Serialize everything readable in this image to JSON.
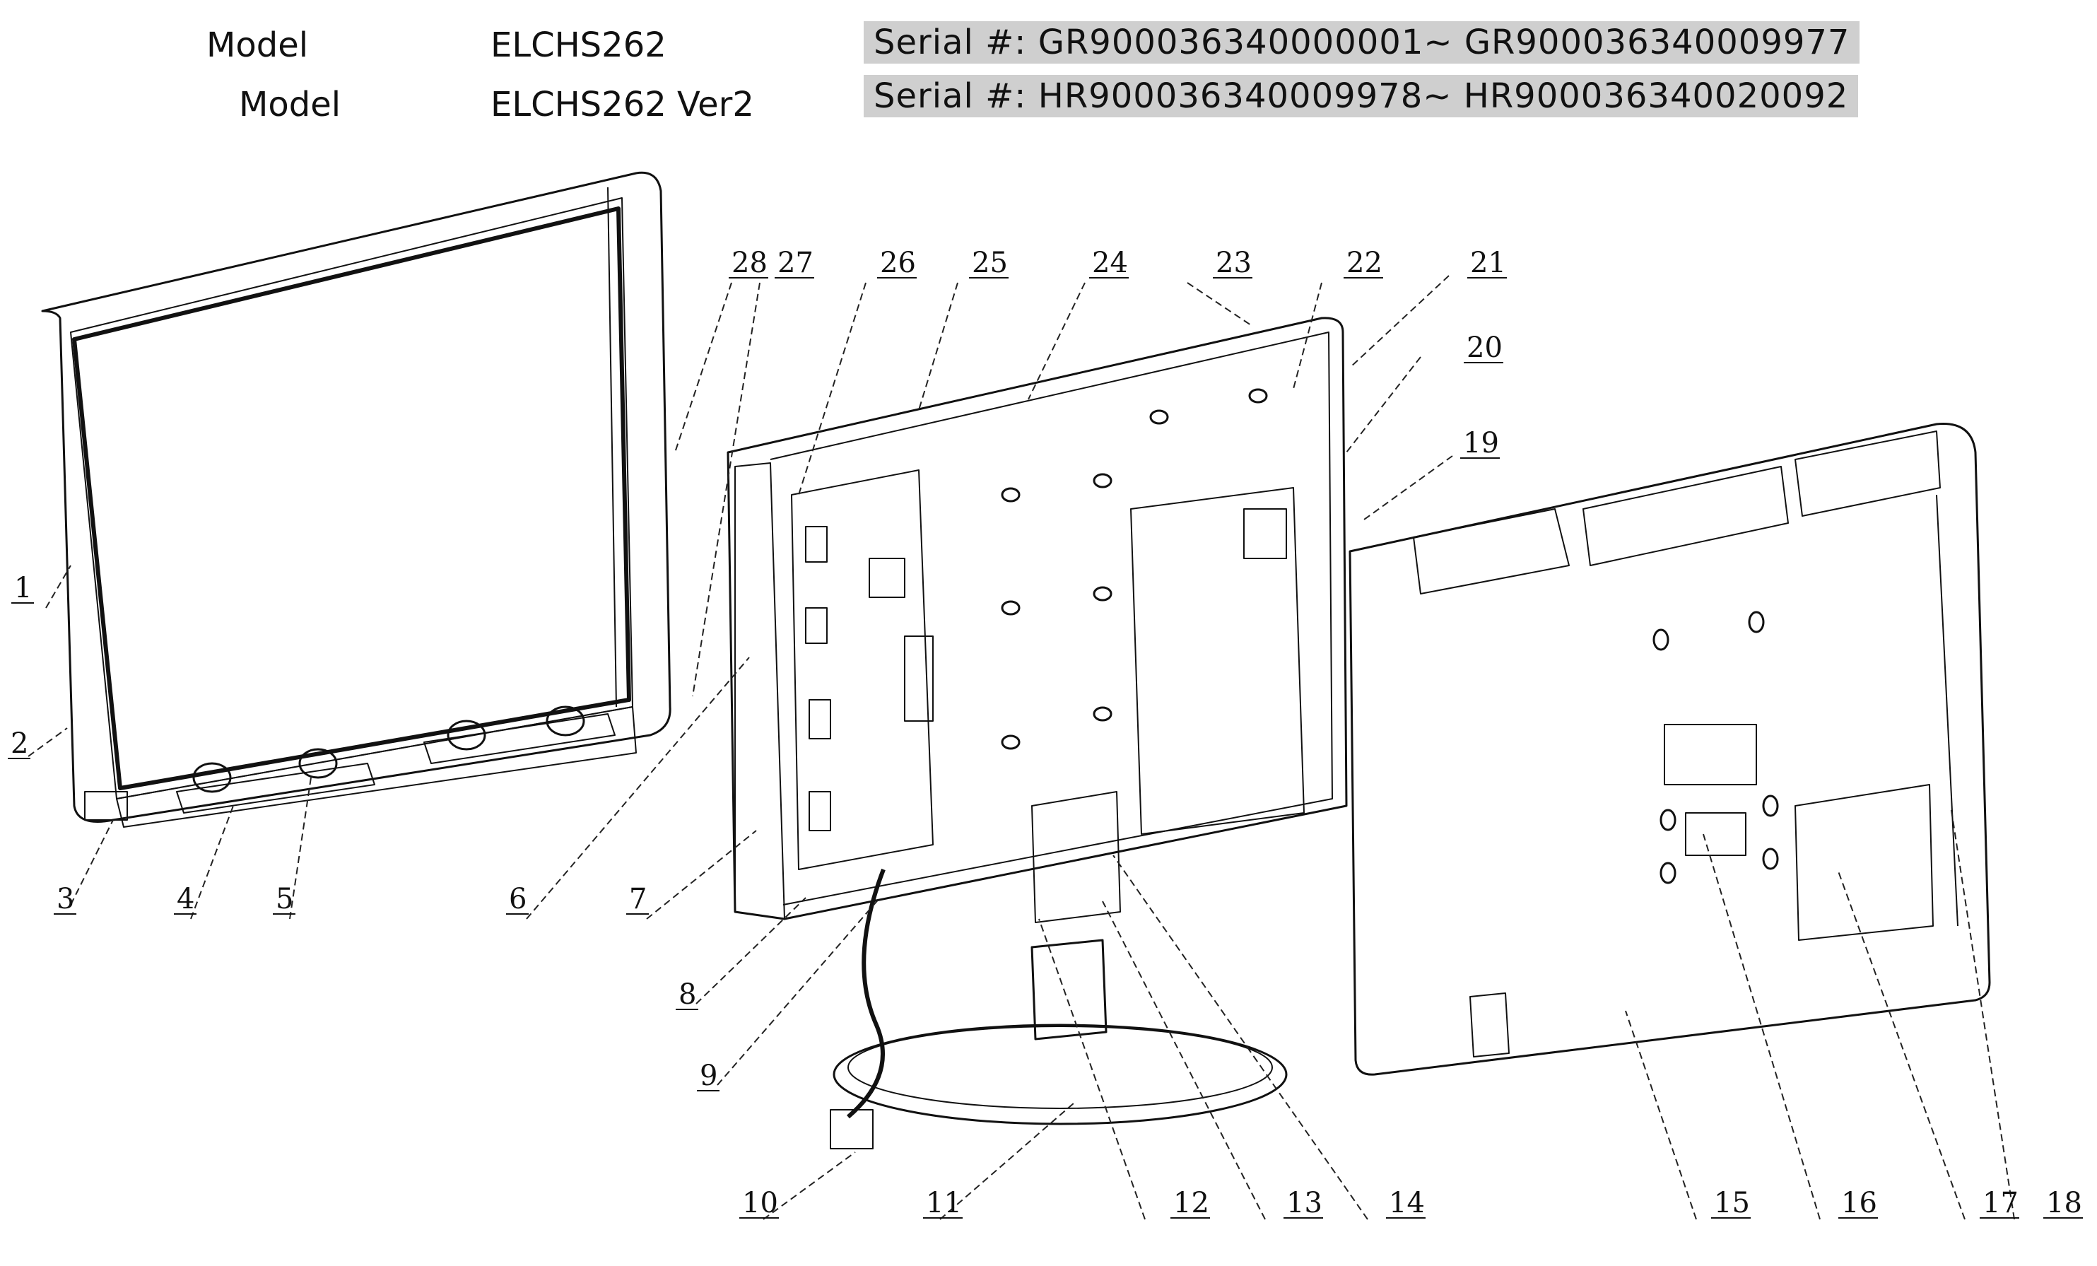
{
  "header": {
    "model_rows": [
      {
        "label": "Model",
        "model": "ELCHS262",
        "serial": "Serial #: GR900036340000001~ GR900036340009977"
      },
      {
        "label": "Model",
        "model": "ELCHS262 Ver2",
        "serial": "Serial #: HR900036340009978~ HR900036340020092"
      }
    ]
  },
  "callouts": [
    "1",
    "2",
    "3",
    "4",
    "5",
    "6",
    "7",
    "8",
    "9",
    "10",
    "11",
    "12",
    "13",
    "14",
    "15",
    "16",
    "17",
    "18",
    "19",
    "20",
    "21",
    "22",
    "23",
    "24",
    "25",
    "26",
    "27",
    "28"
  ]
}
